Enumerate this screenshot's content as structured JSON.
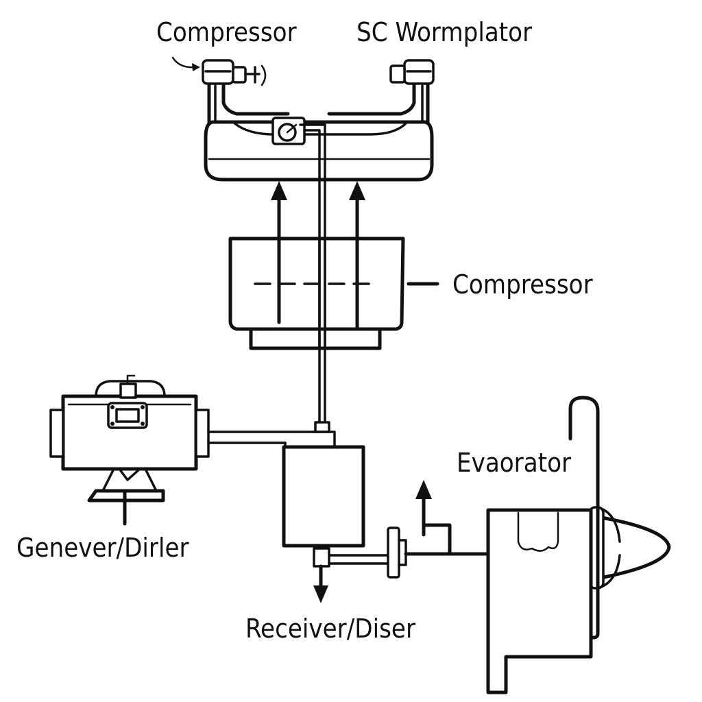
{
  "labels": {
    "top_left": "Compressor",
    "top_right": "SC Wormplator",
    "middle_right": "Compressor",
    "evaporator": "Evaorator",
    "generator": "Genever/Dirler",
    "receiver": "Receiver/Diser"
  },
  "colors": {
    "line": "#111111",
    "background": "#ffffff"
  }
}
